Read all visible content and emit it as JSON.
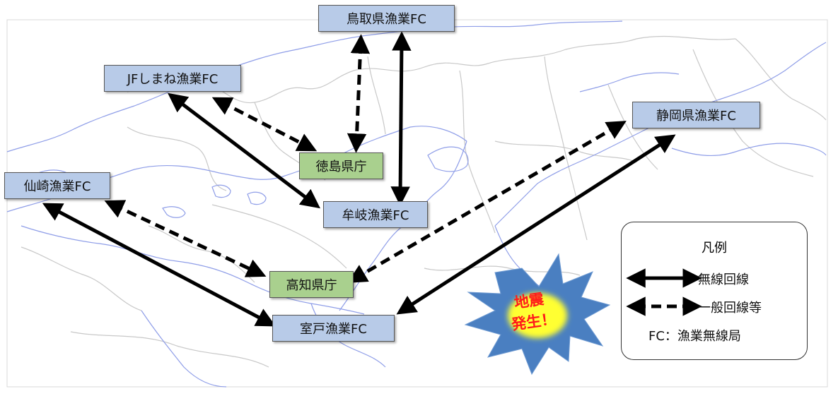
{
  "nodes": {
    "tottori": "鳥取県漁業FC",
    "shimane": "JFしまね漁業FC",
    "shizuoka": "静岡県漁業FC",
    "tokushima_pref": "徳島県庁",
    "sensaki": "仙崎漁業FC",
    "mugi": "牟岐漁業FC",
    "kochi_pref": "高知県庁",
    "muroto": "室戸漁業FC"
  },
  "legend": {
    "title": "凡例",
    "wireless": "無線回線",
    "general": "一般回線等",
    "note": "FC：漁業無線局"
  },
  "earthquake": {
    "line1": "地震",
    "line2": "発生！"
  },
  "colors": {
    "fc_box": "#b8cbe8",
    "prefecture_box": "#a9d08e",
    "map_lines": "#8f9ee8",
    "burst": "#4a7fc1",
    "quake_text": "#ff1a1a",
    "quake_glow": "#ffff33"
  }
}
